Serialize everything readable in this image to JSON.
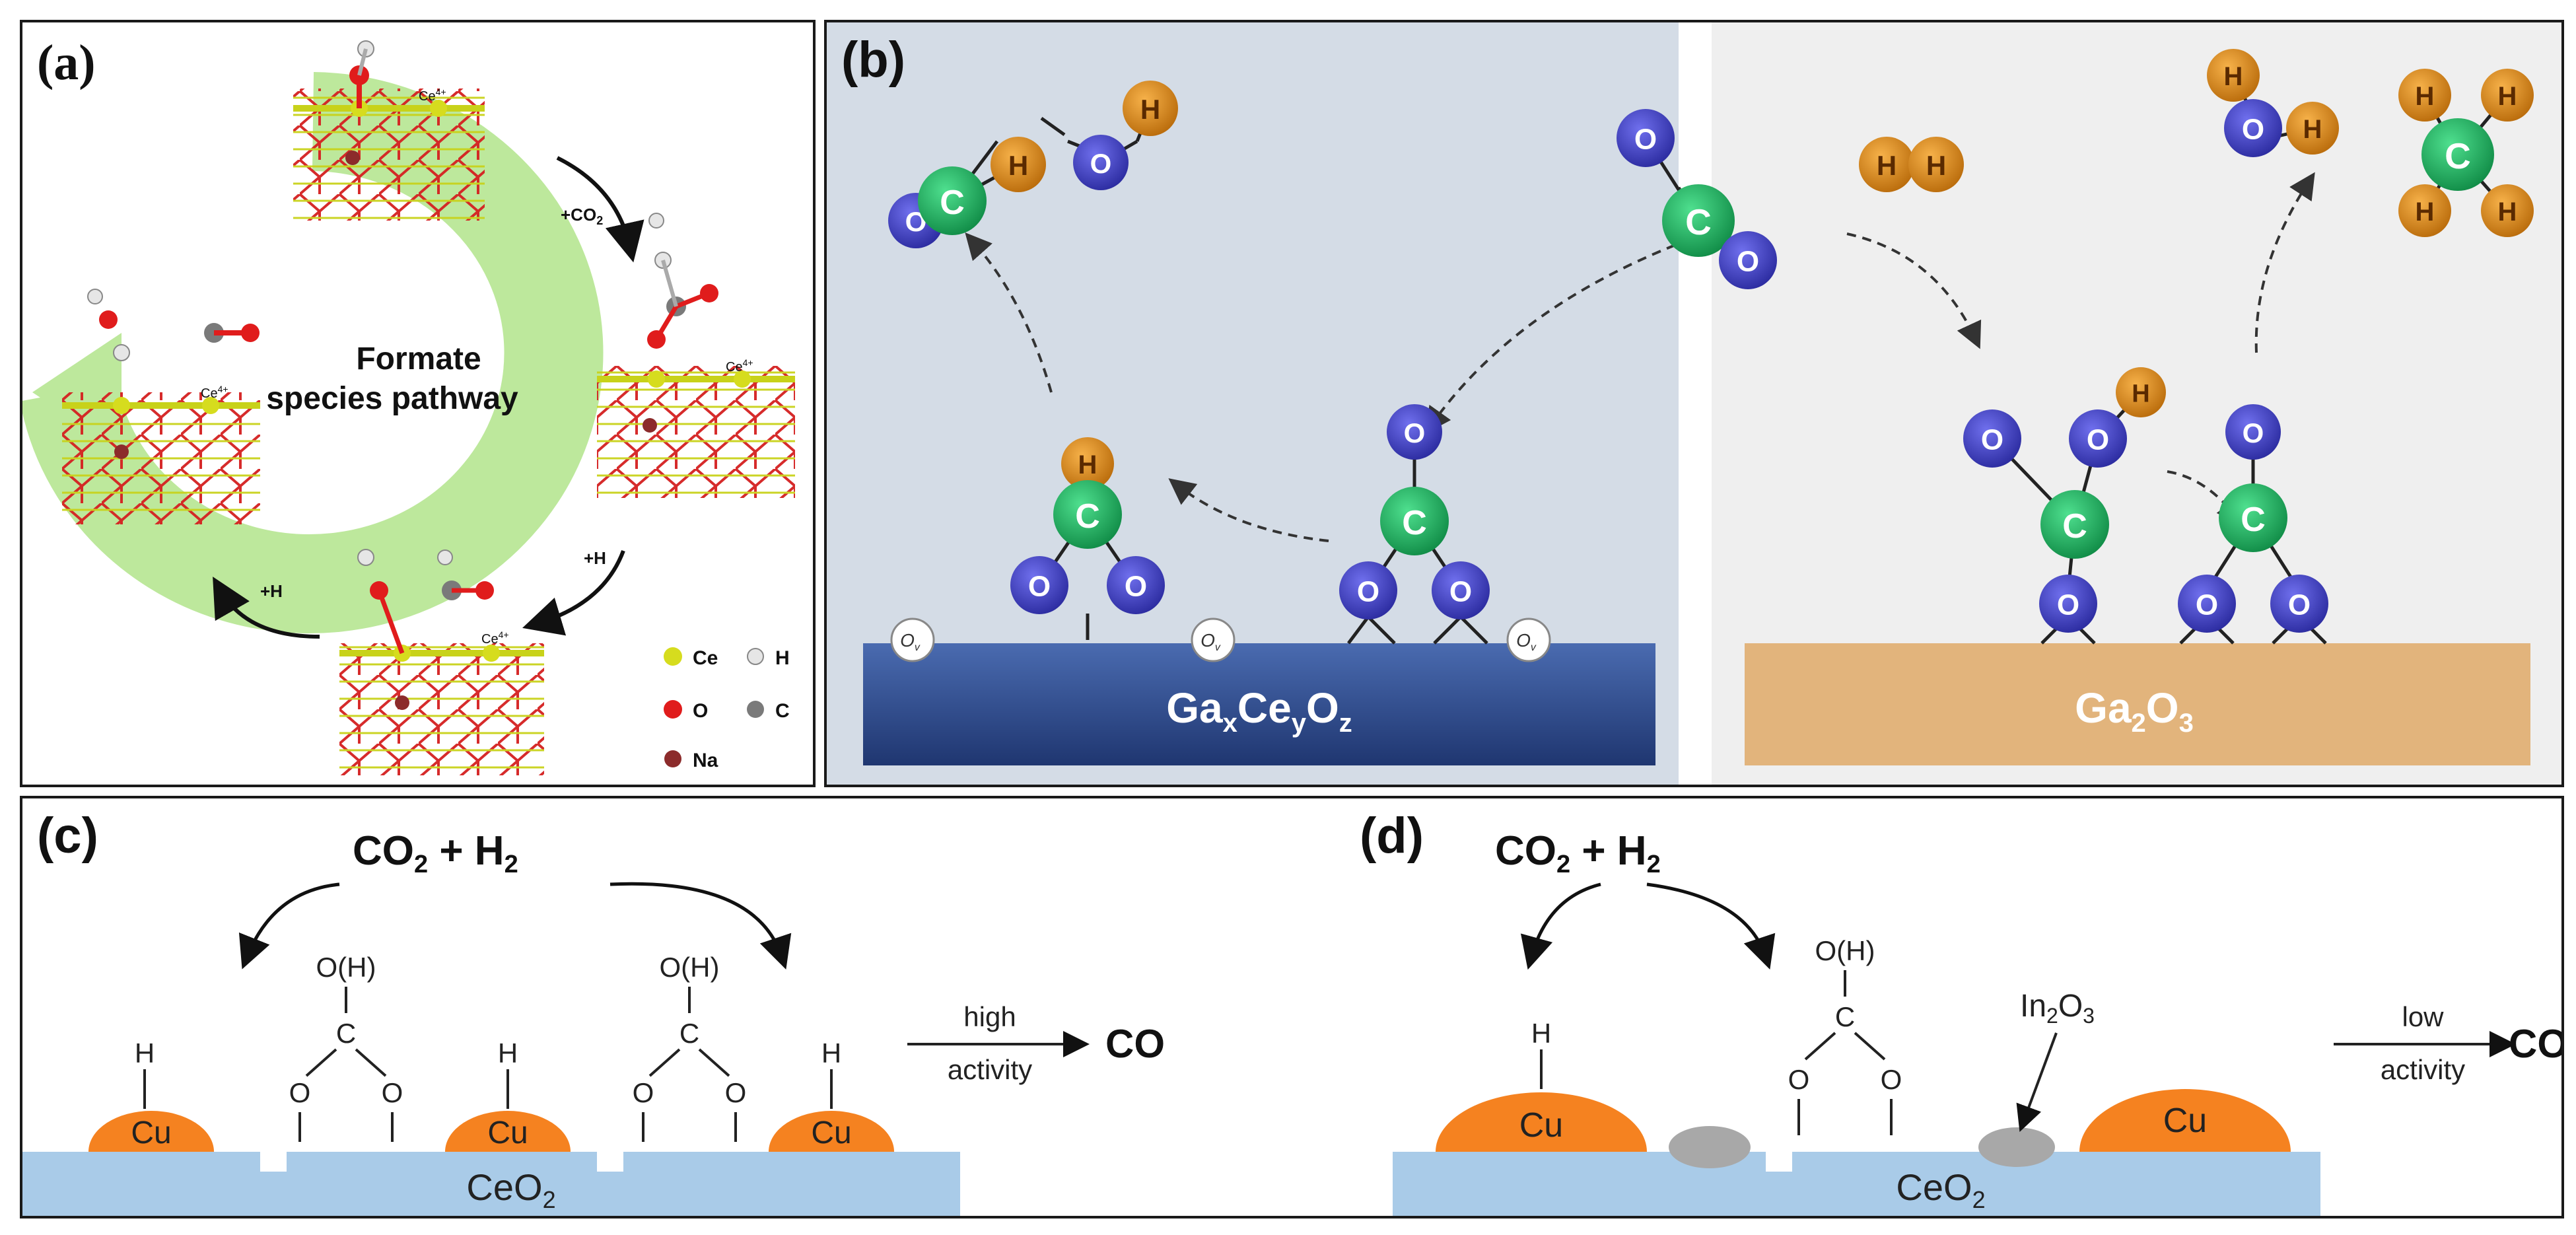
{
  "panel_a": {
    "label": "(a)",
    "center_title_line1": "Formate",
    "center_title_line2": "species pathway",
    "step_co2": "+CO",
    "step_co2_sub": "2",
    "step_h_right": "+H",
    "step_h_left": "+H",
    "ce_site_label": "Ce",
    "ce_site_sup": "4+",
    "legend": [
      {
        "name": "Ce",
        "color": "#d6dc1e"
      },
      {
        "name": "H",
        "color": "#e6e6e6"
      },
      {
        "name": "O",
        "color": "#e01c1c"
      },
      {
        "name": "C",
        "color": "#7a7a7a"
      },
      {
        "name": "Na",
        "color": "#8c2b2b"
      }
    ]
  },
  "panel_b": {
    "label": "(b)",
    "support_left_main": "Ga",
    "support_left_sub1": "x",
    "support_left_ce": "Ce",
    "support_left_sub2": "y",
    "support_left_o": "O",
    "support_left_sub3": "z",
    "support_right_main": "Ga",
    "support_right_sub1": "2",
    "support_right_o": "O",
    "support_right_sub2": "3",
    "vacancy_symbol": "O",
    "vacancy_sub": "v",
    "atom_c": "C",
    "atom_o": "O",
    "atom_h": "H",
    "colors": {
      "c": "#1db86a",
      "o": "#3f3fc4",
      "h": "#e08a1a",
      "left_bg": "#d4dce6",
      "right_bg": "#efefef",
      "left_support": "#2f4d8f",
      "right_support": "#e2b47c"
    }
  },
  "panel_c": {
    "label": "(c)",
    "reactants_co": "CO",
    "reactants_sub1": "2",
    "reactants_plus": " + H",
    "reactants_sub2": "2",
    "adsorbate_top": "O(H)",
    "atom_c": "C",
    "atom_o": "O",
    "atom_h": "H",
    "metal": "Cu",
    "support": "CeO",
    "support_sub": "2",
    "arrow_top": "high",
    "arrow_bottom": "activity",
    "product": "CO"
  },
  "panel_d": {
    "label": "(d)",
    "reactants_co": "CO",
    "reactants_sub1": "2",
    "reactants_plus": " + H",
    "reactants_sub2": "2",
    "adsorbate_top": "O(H)",
    "atom_c": "C",
    "atom_o": "O",
    "atom_h": "H",
    "metal": "Cu",
    "support": "CeO",
    "support_sub": "2",
    "promoter": "In",
    "promoter_sub1": "2",
    "promoter_o": "O",
    "promoter_sub2": "3",
    "arrow_top": "low",
    "arrow_bottom": "activity",
    "product": "CO"
  }
}
